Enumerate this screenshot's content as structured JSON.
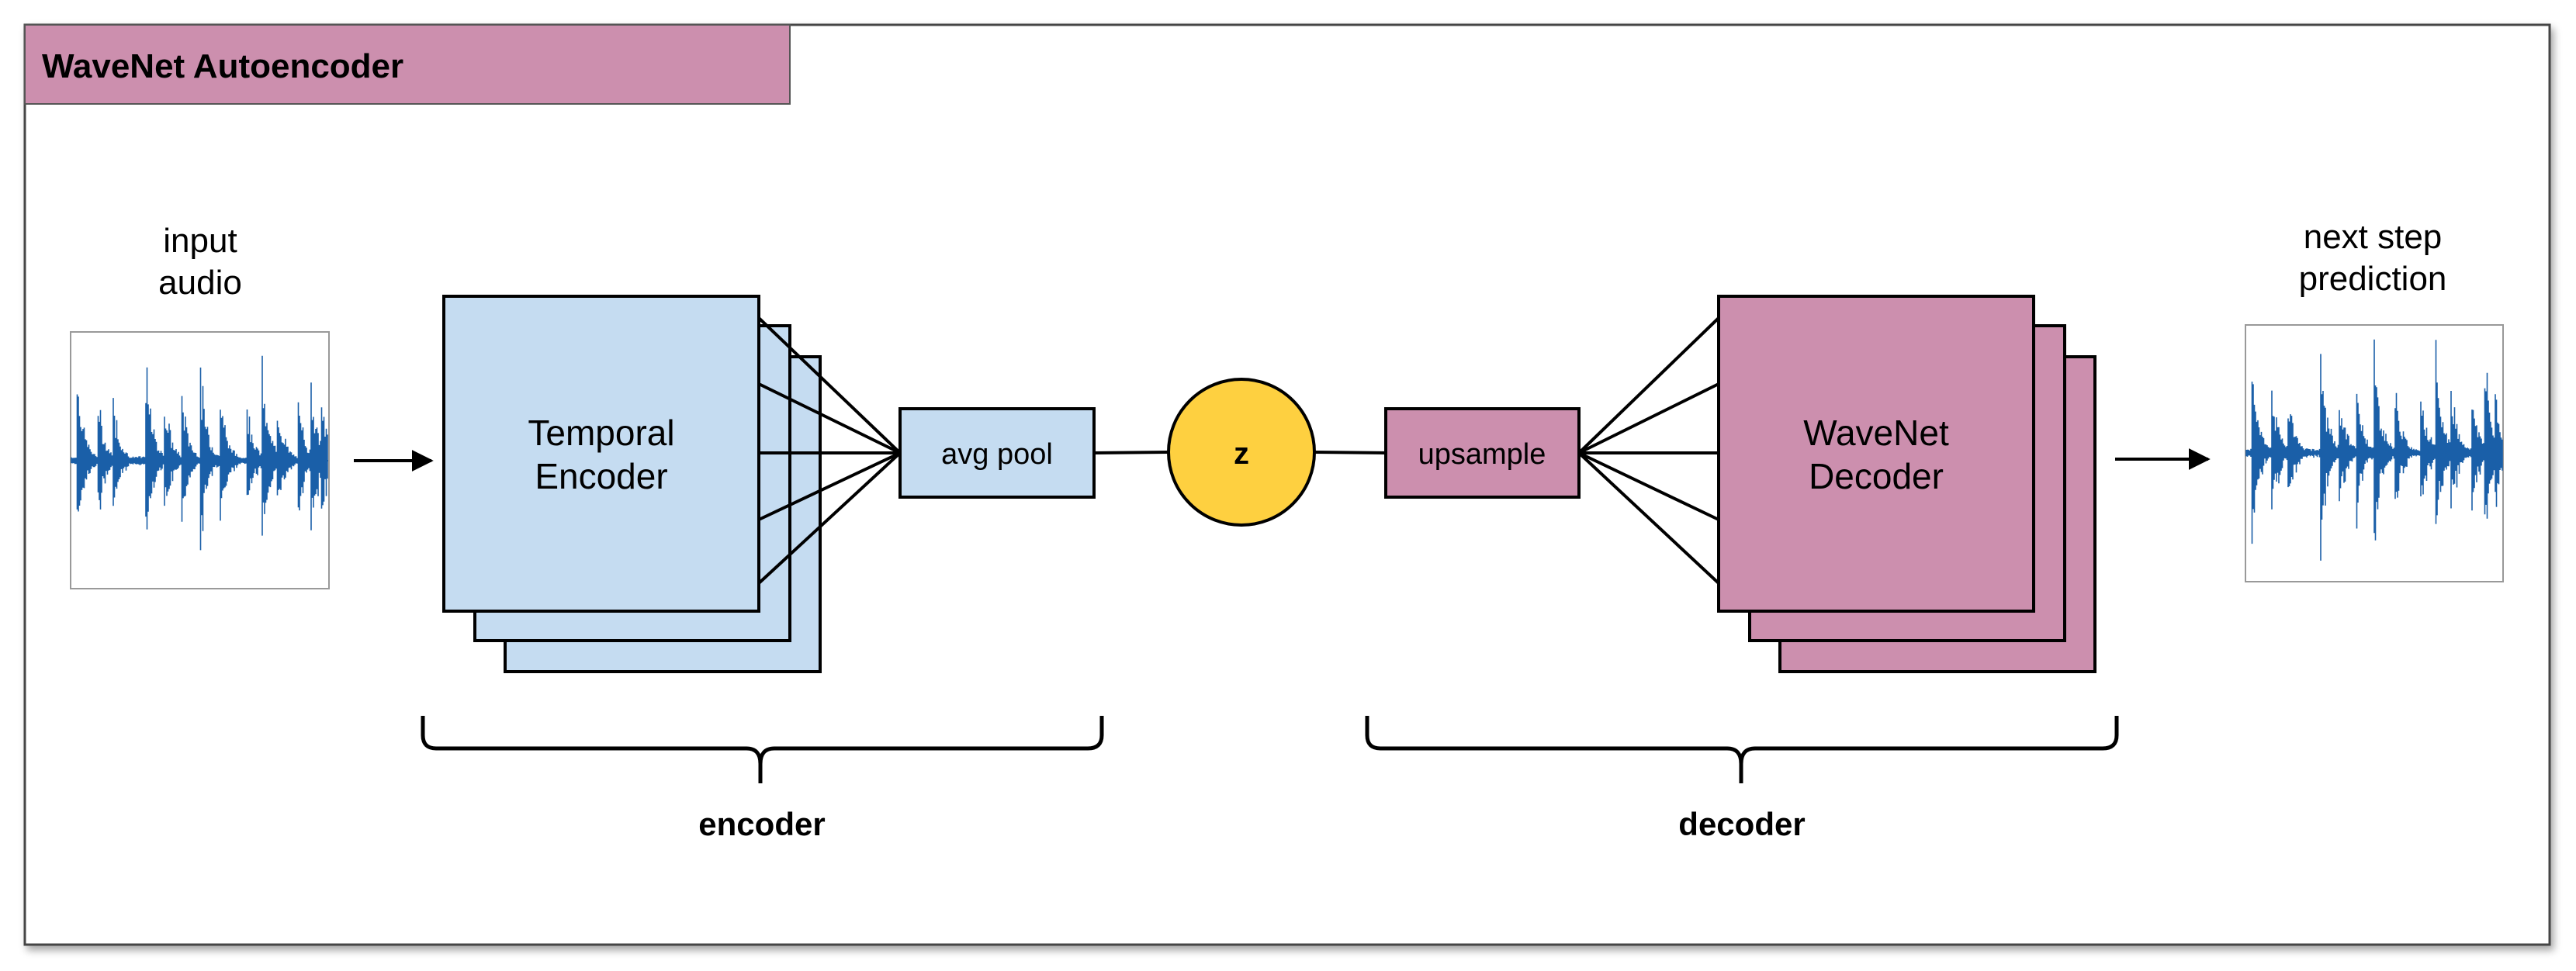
{
  "title": "WaveNet Autoencoder",
  "input_label": {
    "line1": "input",
    "line2": "audio"
  },
  "output_label": {
    "line1": "next step",
    "line2": "prediction"
  },
  "encoder_block": {
    "line1": "Temporal",
    "line2": "Encoder"
  },
  "decoder_block": {
    "line1": "WaveNet",
    "line2": "Decoder"
  },
  "avg_pool": "avg pool",
  "latent": "z",
  "upsample": "upsample",
  "encoder_brace": "encoder",
  "decoder_brace": "decoder",
  "colors": {
    "encoder_fill": "#c5dcf1",
    "decoder_fill": "#cc8fae",
    "title_fill": "#cc8fae",
    "latent_fill": "#fed040",
    "waveform": "#1a5fa8",
    "stroke": "#000000"
  },
  "icons": {
    "input_waveform": "audio-waveform-icon",
    "output_waveform": "audio-waveform-icon"
  }
}
